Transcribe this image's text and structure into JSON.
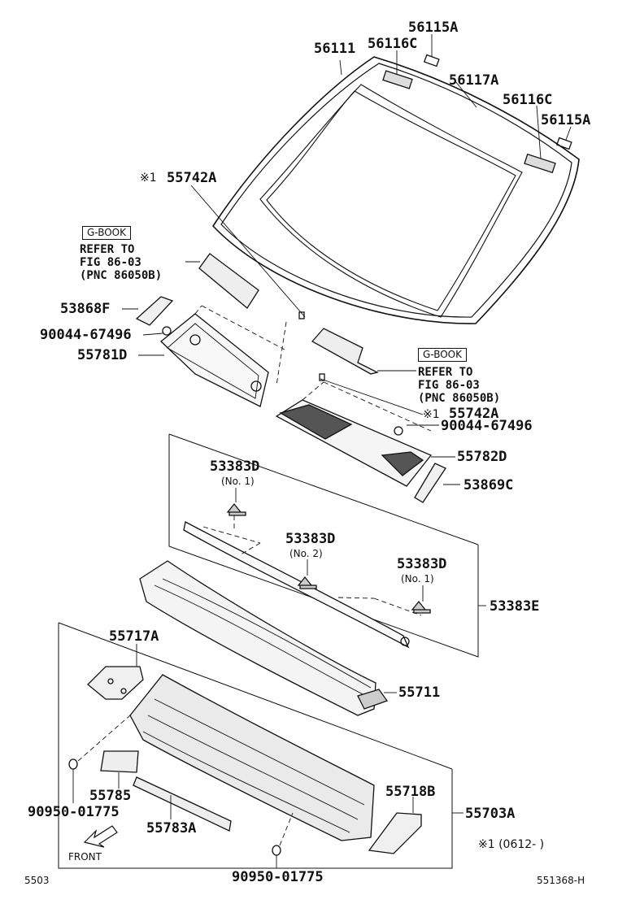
{
  "labels": {
    "p56115a_top": "56115A",
    "p56116c_top": "56116C",
    "p56111": "56111",
    "p56117a": "56117A",
    "p56116c_right": "56116C",
    "p56115a_right": "56115A",
    "p55742a_left": "55742A",
    "p53868f": "53868F",
    "p90044_left": "90044-67496",
    "p55781d": "55781D",
    "p55742a_right": "55742A",
    "p90044_right": "90044-67496",
    "p55782d": "55782D",
    "p53869c": "53869C",
    "p53383d_1": "53383D",
    "p53383d_2": "53383D",
    "p53383d_3": "53383D",
    "p53383e": "53383E",
    "p55717a": "55717A",
    "p55711": "55711",
    "p55785": "55785",
    "p55718b": "55718B",
    "p90950_left": "90950-01775",
    "p55783a": "55783A",
    "p55703a": "55703A",
    "p90950_bottom": "90950-01775"
  },
  "notes": {
    "no1_a": "(No. 1)",
    "no2": "(No. 2)",
    "no1_b": "(No. 1)",
    "star_mark": "※1",
    "legend": "※1 (0612-    )",
    "front": "FRONT",
    "page_left": "5503",
    "page_right": "551368-H"
  },
  "refs": {
    "left": {
      "badge": "G-BOOK",
      "line1": "REFER TO",
      "line2": "FIG 86-03",
      "line3": "(PNC 86050B)"
    },
    "right": {
      "badge": "G-BOOK",
      "line1": "REFER TO",
      "line2": "FIG 86-03",
      "line3": "(PNC 86050B)"
    }
  }
}
